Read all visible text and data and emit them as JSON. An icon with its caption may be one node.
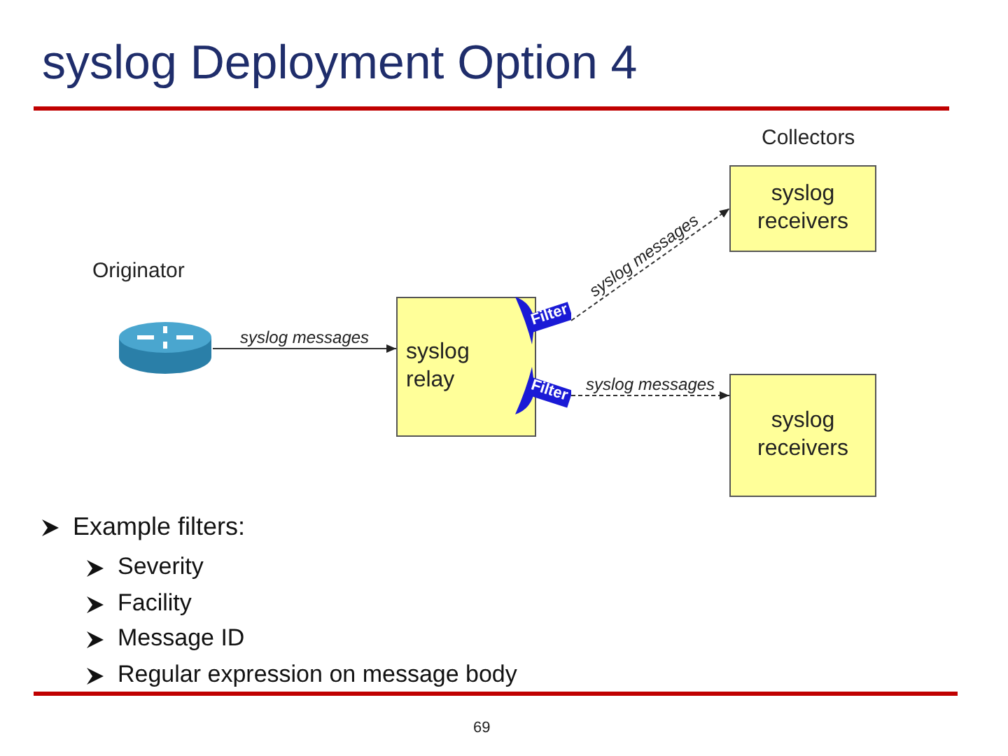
{
  "diagram": {
    "title": "syslog Deployment Option 4",
    "nodes": [
      {
        "text": [],
        "shape": "cylinder",
        "beside": [
          "Originator"
        ]
      },
      {
        "text": [
          "syslog relay"
        ]
      },
      {
        "text": [
          "Filter"
        ]
      },
      {
        "text": [
          "Filter"
        ]
      },
      {
        "text": [
          "syslog receivers"
        ]
      },
      {
        "text": [
          "syslog receivers"
        ]
      }
    ],
    "edges": [
      {
        "from": 0,
        "to": 1,
        "arrow": "to",
        "label": "syslog messages"
      },
      {
        "from": 2,
        "to": 4,
        "arrow": "to",
        "label": "syslog messages",
        "style": "dashed"
      },
      {
        "from": 3,
        "to": 5,
        "arrow": "to",
        "label": "syslog messages",
        "style": "dashed"
      }
    ],
    "labels": [
      "Collectors",
      "Example filters:",
      "Severity",
      "Facility",
      "Message ID",
      "Regular expression on message body",
      "69"
    ]
  }
}
